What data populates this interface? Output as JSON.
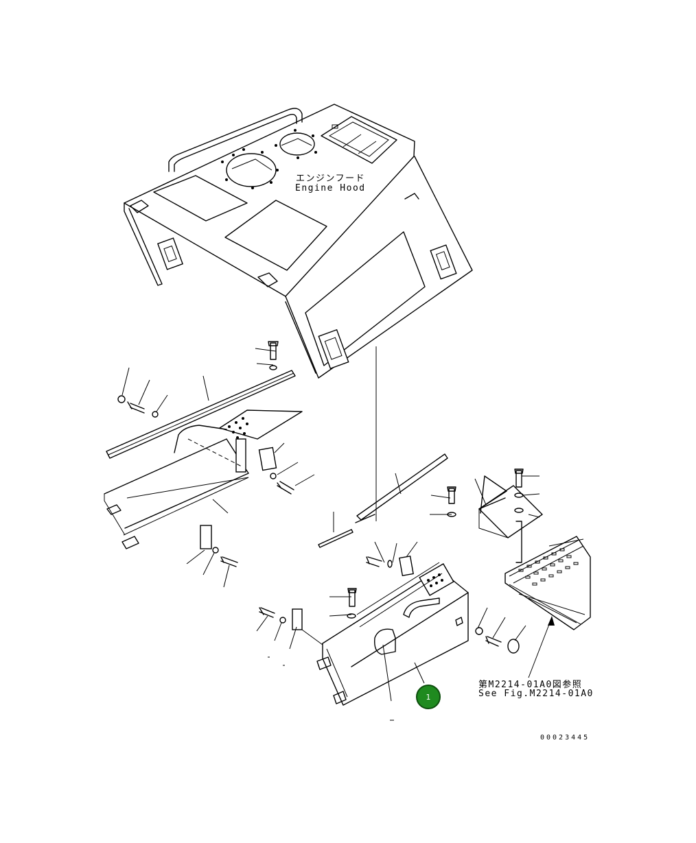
{
  "labels": {
    "engine_hood_jp": "エンジンフード",
    "engine_hood_en": "Engine Hood",
    "see_fig_jp": "第M2214-01A0図参照",
    "see_fig_en": "See Fig.M2214-01A0",
    "drawing_number": "00023445"
  },
  "callouts": [
    {
      "number": "1",
      "color": "#1f8a1f"
    }
  ]
}
